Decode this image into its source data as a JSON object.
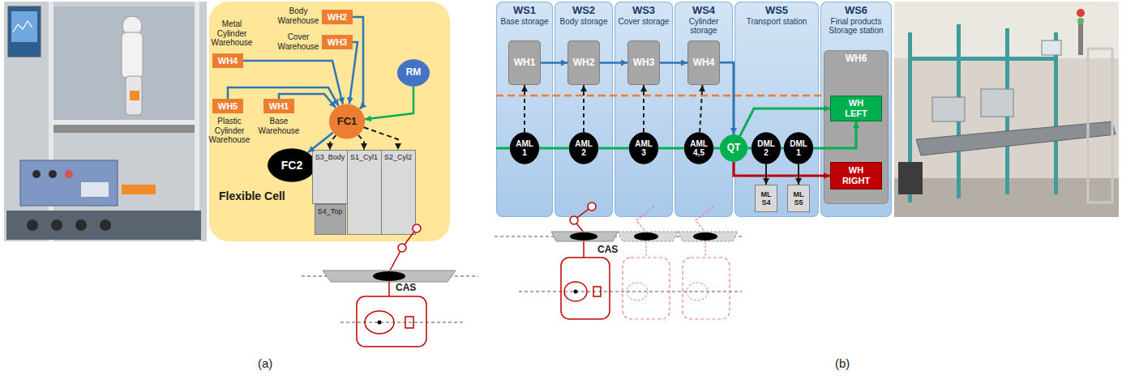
{
  "diagram": {
    "nodes": [
      {
        "text": [
          "Flexible Cell"
        ]
      },
      {
        "text": [
          "Body Warehouse",
          "WH2"
        ],
        "in": 0
      },
      {
        "text": [
          "Cover Warehouse",
          "WH3"
        ],
        "in": 0
      },
      {
        "text": [
          "Metal Cylinder Warehouse",
          "WH4"
        ],
        "in": 0
      },
      {
        "text": [
          "WH5",
          "Plastic Cylinder Warehouse"
        ],
        "in": 0
      },
      {
        "text": [
          "WH1",
          "Base Warehouse"
        ],
        "in": 0
      },
      {
        "text": [
          "RM"
        ],
        "in": 0
      },
      {
        "text": [
          "FC1"
        ],
        "in": 0
      },
      {
        "text": [
          "FC2"
        ],
        "in": 0
      },
      {
        "text": [
          "S3_Body"
        ],
        "in": 0
      },
      {
        "text": [
          "S4_Top"
        ],
        "in": 0
      },
      {
        "text": [
          "S1_Cyl1"
        ],
        "in": 0
      },
      {
        "text": [
          "S2_Cyl2"
        ],
        "in": 0
      },
      {
        "text": [
          "WS1",
          "Base storage"
        ]
      },
      {
        "text": [
          "WS2",
          "Body storage"
        ]
      },
      {
        "text": [
          "WS3",
          "Cover storage"
        ]
      },
      {
        "text": [
          "WS4",
          "Cylinder storage"
        ]
      },
      {
        "text": [
          "WS5",
          "Transport station"
        ]
      },
      {
        "text": [
          "WS6",
          "Final products Storage station"
        ]
      },
      {
        "text": [
          "WH1"
        ],
        "in": 13
      },
      {
        "text": [
          "WH2"
        ],
        "in": 14
      },
      {
        "text": [
          "WH3"
        ],
        "in": 15
      },
      {
        "text": [
          "WH4"
        ],
        "in": 16
      },
      {
        "text": [
          "AML 1"
        ],
        "in": 13
      },
      {
        "text": [
          "AML 2"
        ],
        "in": 14
      },
      {
        "text": [
          "AML 3"
        ],
        "in": 15
      },
      {
        "text": [
          "AML 4,5"
        ],
        "in": 16
      },
      {
        "text": [
          "QT"
        ],
        "in": 17
      },
      {
        "text": [
          "DML 2"
        ],
        "in": 17
      },
      {
        "text": [
          "DML 1"
        ],
        "in": 17
      },
      {
        "text": [
          "ML S4"
        ],
        "in": 17
      },
      {
        "text": [
          "ML S5"
        ],
        "in": 17
      },
      {
        "text": [
          "WH6"
        ],
        "in": 18
      },
      {
        "text": [
          "WH LEFT"
        ],
        "in": 32
      },
      {
        "text": [
          "WH RIGHT"
        ],
        "in": 32
      }
    ],
    "edges": [
      {
        "from": 1,
        "to": 7,
        "arrow": "to"
      },
      {
        "from": 2,
        "to": 7,
        "arrow": "to"
      },
      {
        "from": 3,
        "to": 7,
        "arrow": "to"
      },
      {
        "from": 4,
        "to": 7,
        "arrow": "to"
      },
      {
        "from": 5,
        "to": 7,
        "arrow": "to"
      },
      {
        "from": 6,
        "to": 7,
        "arrow": "to"
      },
      {
        "from": 7,
        "to": 8,
        "arrow": "to"
      },
      {
        "from": 7,
        "to": 9,
        "arrow": "to"
      },
      {
        "from": 7,
        "to": 11,
        "arrow": "to"
      },
      {
        "from": 7,
        "to": 12,
        "arrow": "to"
      },
      {
        "from": 19,
        "to": 20,
        "arrow": "to"
      },
      {
        "from": 20,
        "to": 21,
        "arrow": "to"
      },
      {
        "from": 21,
        "to": 22,
        "arrow": "to"
      },
      {
        "from": 22,
        "to": 27,
        "arrow": "to"
      },
      {
        "from": 23,
        "to": 19,
        "arrow": "to"
      },
      {
        "from": 24,
        "to": 20,
        "arrow": "to"
      },
      {
        "from": 25,
        "to": 21,
        "arrow": "to"
      },
      {
        "from": 26,
        "to": 22,
        "arrow": "to"
      },
      {
        "from": 23,
        "to": 24,
        "arrow": "none"
      },
      {
        "from": 24,
        "to": 25,
        "arrow": "none"
      },
      {
        "from": 25,
        "to": 26,
        "arrow": "none"
      },
      {
        "from": 26,
        "to": 27,
        "arrow": "none"
      },
      {
        "from": 27,
        "to": 28,
        "arrow": "none"
      },
      {
        "from": 28,
        "to": 29,
        "arrow": "none"
      },
      {
        "from": 29,
        "to": 33,
        "arrow": "to"
      },
      {
        "from": 27,
        "to": 33,
        "arrow": "to"
      },
      {
        "from": 27,
        "to": 34,
        "arrow": "to"
      },
      {
        "from": 28,
        "to": 30,
        "arrow": "to"
      },
      {
        "from": 29,
        "to": 31,
        "arrow": "to"
      }
    ],
    "labels": [
      "CAS",
      "CAS",
      "(a)",
      "(b)"
    ]
  }
}
